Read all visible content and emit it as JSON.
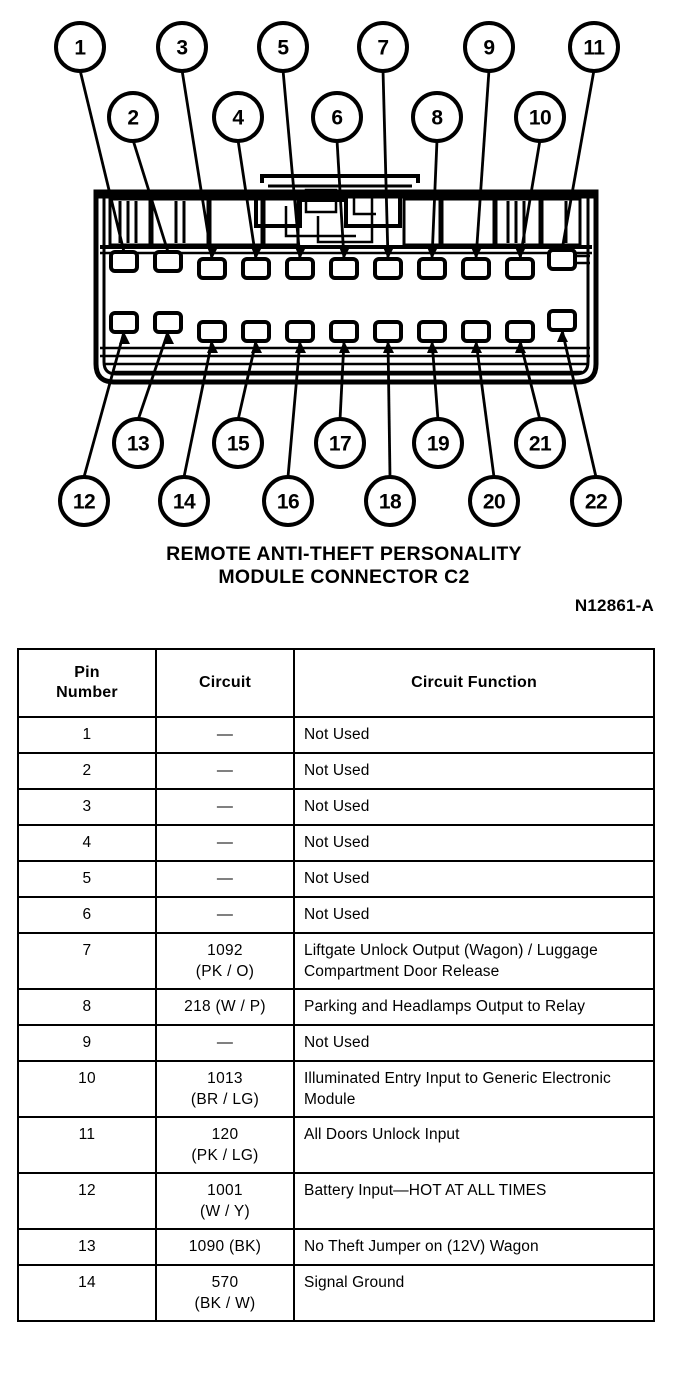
{
  "figure": {
    "caption_line1": "REMOTE ANTI-THEFT PERSONALITY",
    "caption_line2": "MODULE CONNECTOR C2",
    "figure_id": "N12861-A",
    "connector_type": "22-pin rectangular electrical connector, front view",
    "top_row_callouts": [
      "1",
      "2",
      "3",
      "4",
      "5",
      "6",
      "7",
      "8",
      "9",
      "10",
      "11"
    ],
    "bottom_row_callouts": [
      "12",
      "13",
      "14",
      "15",
      "16",
      "17",
      "18",
      "19",
      "20",
      "21",
      "22"
    ]
  },
  "table": {
    "headers": {
      "pin": "Pin\nNumber",
      "pin_line1": "Pin",
      "pin_line2": "Number",
      "circuit": "Circuit",
      "function": "Circuit Function"
    },
    "rows": [
      {
        "pin": "1",
        "circuit": "—",
        "circuit_line2": "",
        "function": "Not Used"
      },
      {
        "pin": "2",
        "circuit": "—",
        "circuit_line2": "",
        "function": "Not Used"
      },
      {
        "pin": "3",
        "circuit": "—",
        "circuit_line2": "",
        "function": "Not Used"
      },
      {
        "pin": "4",
        "circuit": "—",
        "circuit_line2": "",
        "function": "Not Used"
      },
      {
        "pin": "5",
        "circuit": "—",
        "circuit_line2": "",
        "function": "Not Used"
      },
      {
        "pin": "6",
        "circuit": "—",
        "circuit_line2": "",
        "function": "Not Used"
      },
      {
        "pin": "7",
        "circuit": "1092",
        "circuit_line2": "(PK / O)",
        "function": "Liftgate Unlock Output (Wagon) / Luggage Compartment Door Release"
      },
      {
        "pin": "8",
        "circuit": "218 (W / P)",
        "circuit_line2": "",
        "function": "Parking and Headlamps Output to Relay"
      },
      {
        "pin": "9",
        "circuit": "—",
        "circuit_line2": "",
        "function": "Not Used"
      },
      {
        "pin": "10",
        "circuit": "1013",
        "circuit_line2": "(BR / LG)",
        "function": "Illuminated Entry Input to Generic Electronic Module"
      },
      {
        "pin": "11",
        "circuit": "120",
        "circuit_line2": "(PK / LG)",
        "function": "All Doors Unlock Input"
      },
      {
        "pin": "12",
        "circuit": "1001",
        "circuit_line2": "(W / Y)",
        "function": "Battery Input—HOT AT ALL TIMES"
      },
      {
        "pin": "13",
        "circuit": "1090 (BK)",
        "circuit_line2": "",
        "function": "No Theft Jumper on (12V) Wagon"
      },
      {
        "pin": "14",
        "circuit": "570",
        "circuit_line2": "(BK / W)",
        "function": "Signal Ground"
      }
    ]
  },
  "colors": {
    "ink": "#000000",
    "paper": "#ffffff"
  }
}
